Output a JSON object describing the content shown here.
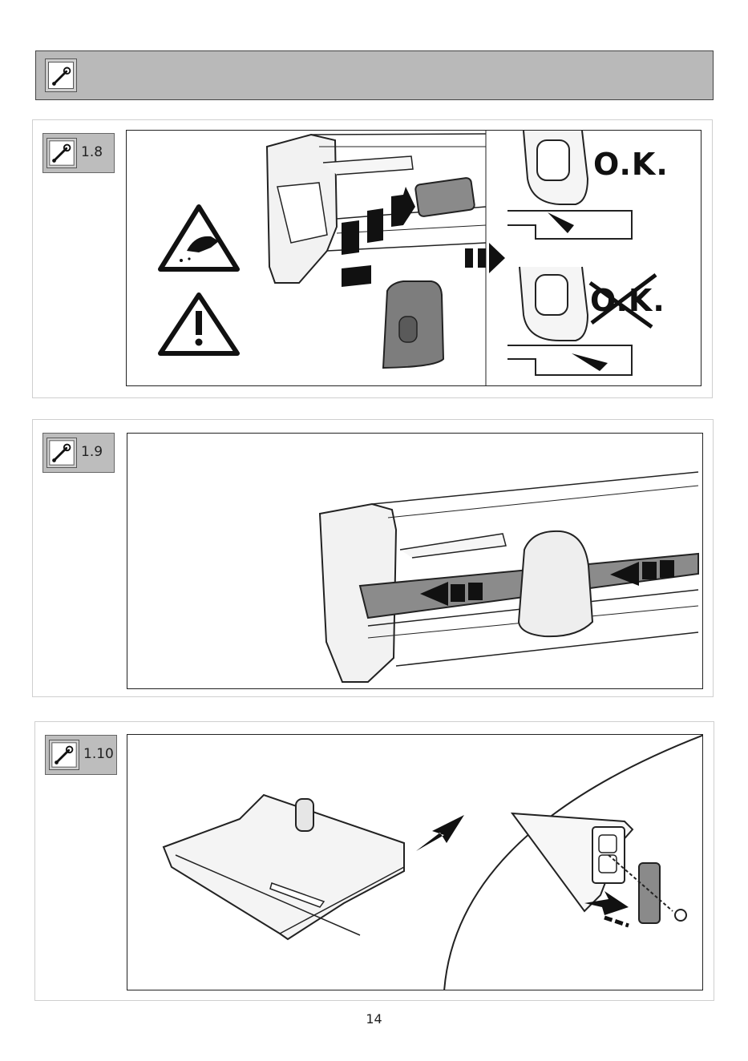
{
  "header": {
    "icon": "wrench-icon"
  },
  "steps": [
    {
      "number": "1.8",
      "icon": "wrench-icon",
      "ok_label": "O.K.",
      "not_ok_label": "O.K."
    },
    {
      "number": "1.9",
      "icon": "wrench-icon"
    },
    {
      "number": "1.10",
      "icon": "wrench-icon"
    }
  ],
  "page": {
    "number": "14"
  }
}
